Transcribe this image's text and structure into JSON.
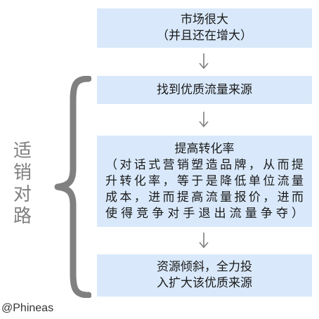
{
  "boxes": [
    {
      "lines": [
        "市场很大",
        "（并且还在增大）"
      ]
    },
    {
      "lines": [
        "找到优质流量来源"
      ]
    },
    {
      "lines": [
        "提高转化率",
        "（对话式营销塑造品牌，从而提",
        "升转化率，等于是降低单位流量",
        "成本，进而提高流量报价，进而",
        "使得竞争对手退出流量争夺）"
      ]
    },
    {
      "lines": [
        "资源倾斜，全力投",
        "入扩大该优质来源"
      ]
    }
  ],
  "side_label": [
    "适",
    "销",
    "对",
    "路"
  ],
  "watermark": "@Phineas",
  "colors": {
    "box_fill": "#d9e9fb",
    "arrow": "#7f7f7f",
    "brace": "#808080",
    "text": "#1a1a1a"
  }
}
